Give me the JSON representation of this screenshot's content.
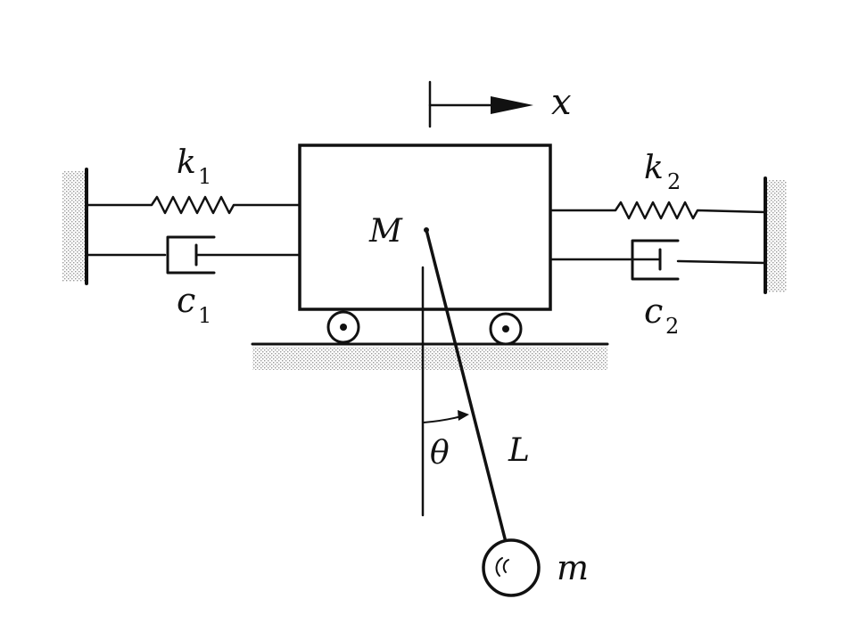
{
  "labels": {
    "displacement": "x",
    "mass_cart": "M",
    "spring_left": "k",
    "spring_left_sub": "1",
    "spring_right": "k",
    "spring_right_sub": "2",
    "damper_left": "c",
    "damper_left_sub": "1",
    "damper_right": "c",
    "damper_right_sub": "2",
    "angle": "θ",
    "length": "L",
    "mass_bob": "m"
  },
  "colors": {
    "ink": "#111111",
    "hatch": "#9a9a9a",
    "background": "#ffffff"
  }
}
